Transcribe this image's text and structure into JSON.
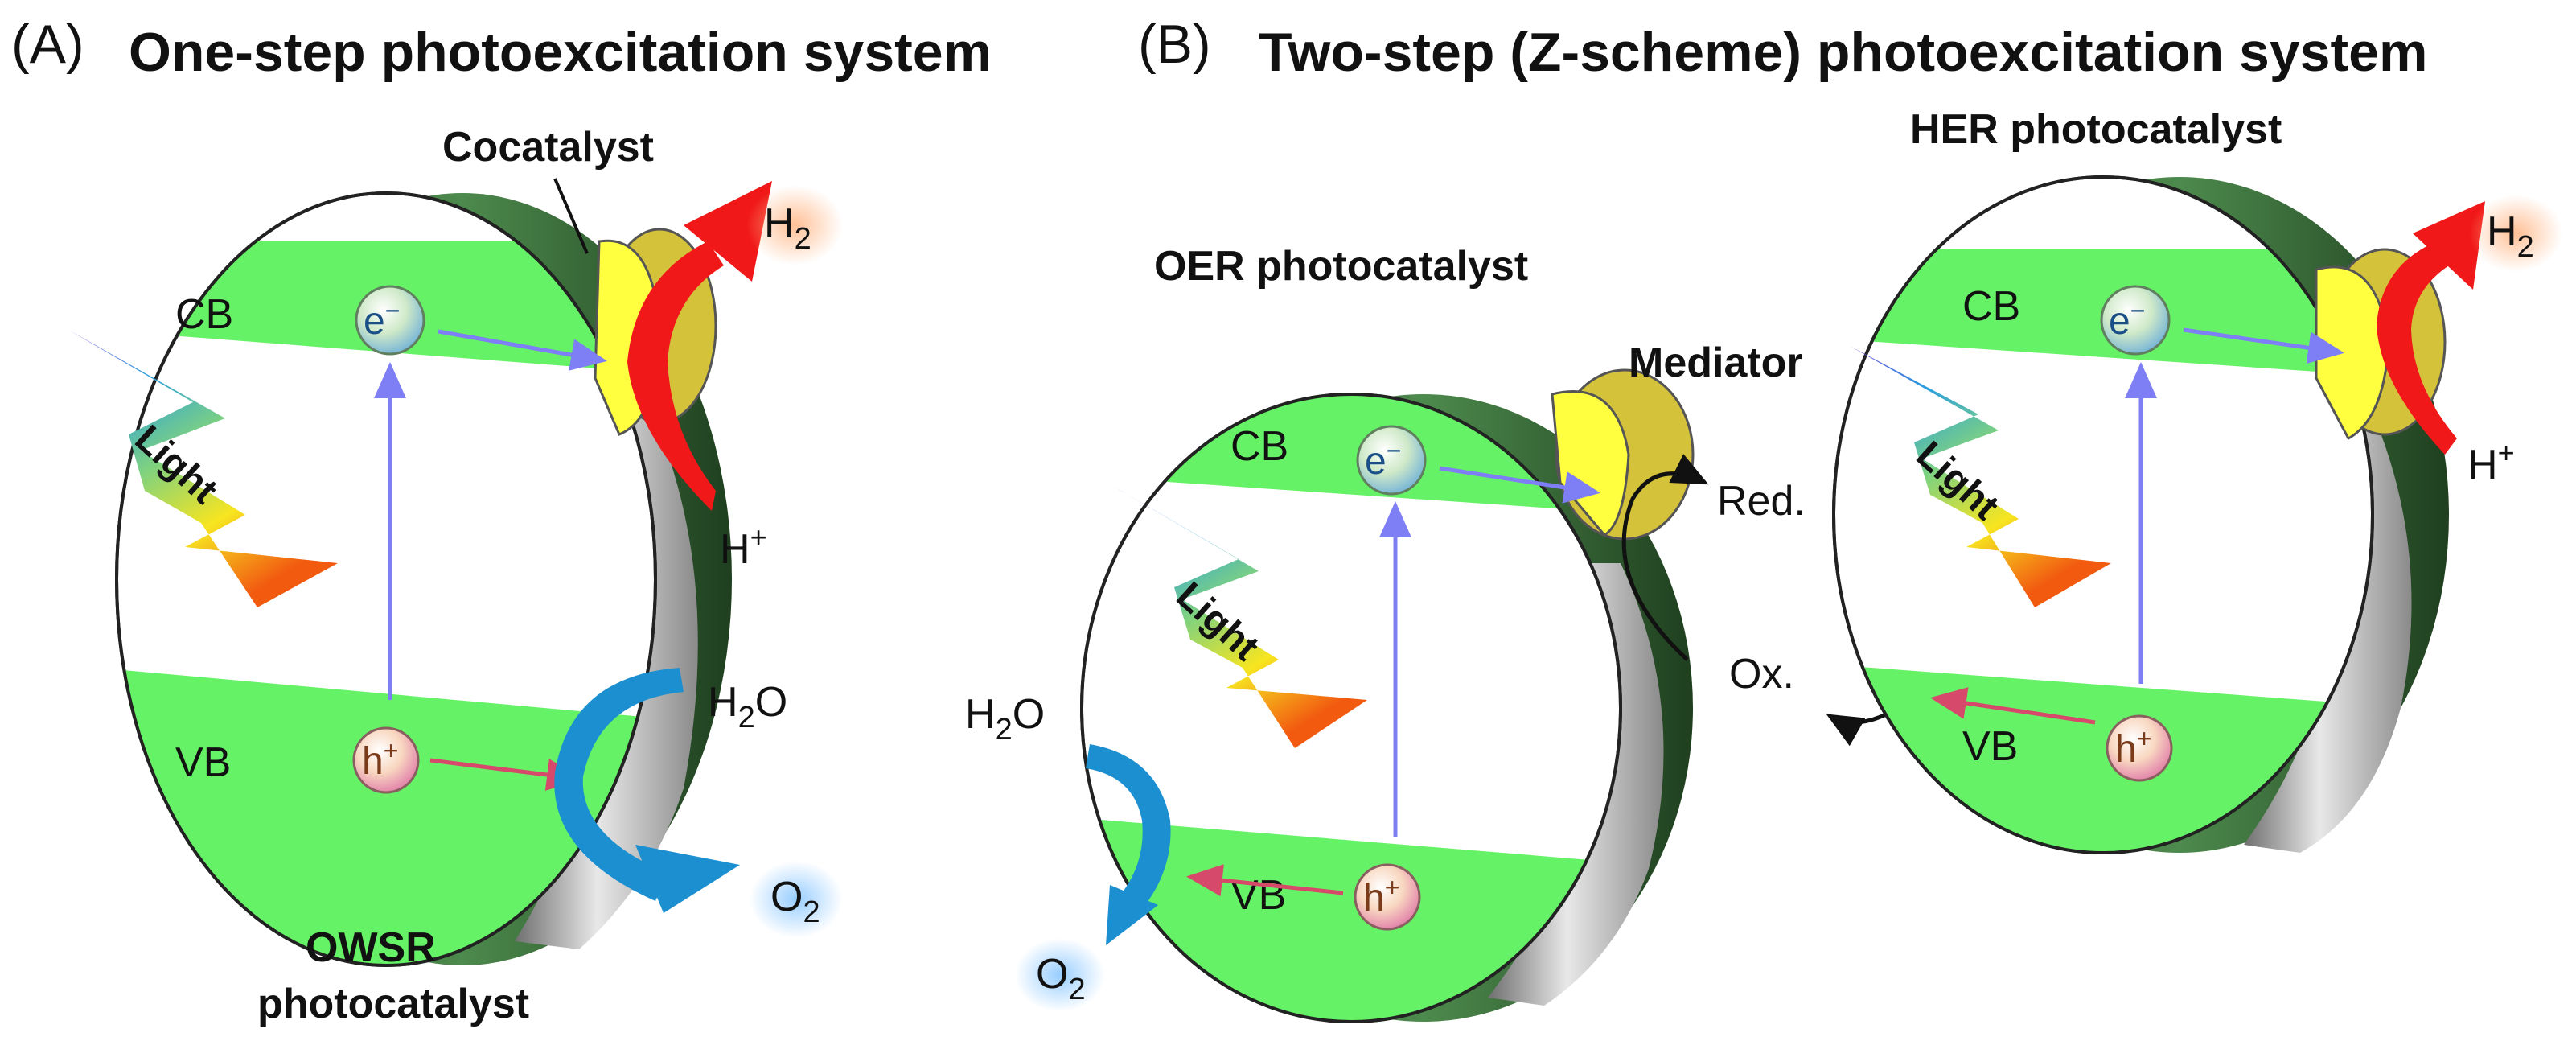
{
  "panel_a": {
    "letter": "(A)",
    "title": "One-step photoexcitation system",
    "cocatalyst_label": "Cocatalyst",
    "cb": "CB",
    "vb": "VB",
    "electron": "e",
    "electron_sup": "−",
    "hole": "h",
    "hole_sup": "+",
    "light": "Light",
    "h2": "H",
    "h2_sub": "2",
    "hplus": "H",
    "hplus_sup": "+",
    "h2o": "H",
    "h2o_sub": "2",
    "h2o_tail": "O",
    "o2": "O",
    "o2_sub": "2",
    "catalyst_label_line1": "OWSR",
    "catalyst_label_line2": "photocatalyst"
  },
  "panel_b": {
    "letter": "(B)",
    "title": "Two-step (Z-scheme) photoexcitation system",
    "oer_label": "OER photocatalyst",
    "her_label": "HER photocatalyst",
    "mediator_label": "Mediator",
    "red": "Red.",
    "ox": "Ox.",
    "cb": "CB",
    "vb": "VB",
    "electron": "e",
    "electron_sup": "−",
    "hole": "h",
    "hole_sup": "+",
    "light": "Light",
    "h2": "H",
    "h2_sub": "2",
    "hplus": "H",
    "hplus_sup": "+",
    "h2o": "H",
    "h2o_sub": "2",
    "h2o_tail": "O",
    "o2": "O",
    "o2_sub": "2"
  },
  "colors": {
    "band_green": "#66f266",
    "disk_edge": "#3f7a3f",
    "arrow_blue": "#7e7ef5",
    "arrow_pink": "#d6496a",
    "h2_arrow": "#f01818",
    "water_arrow": "#1b8fd0",
    "cocatalyst": "#ffff40"
  }
}
